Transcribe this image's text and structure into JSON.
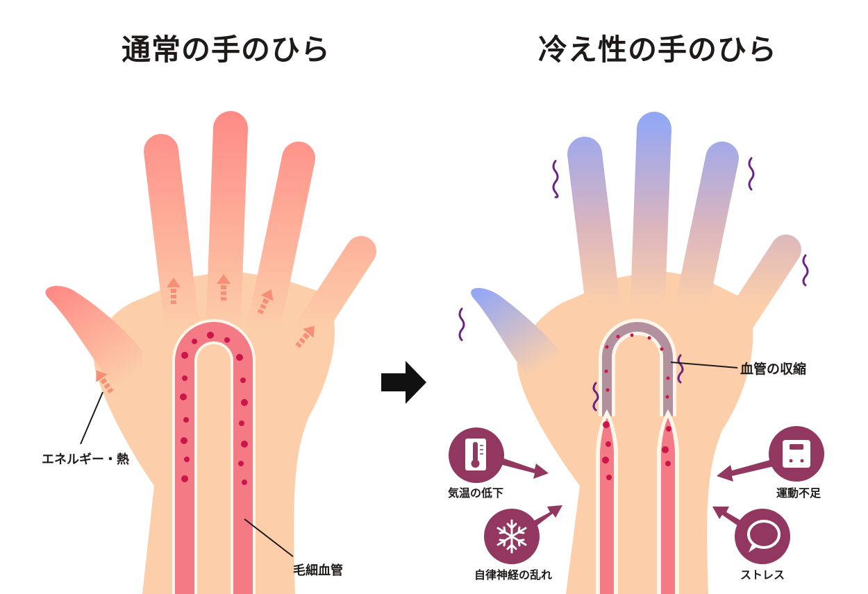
{
  "left_panel": {
    "title": "通常の手のひら",
    "labels": {
      "energy": "エネルギー・熱",
      "capillary": "毛細血管"
    }
  },
  "right_panel": {
    "title": "冷え性の手のひら",
    "labels": {
      "constriction": "血管の収縮"
    },
    "causes": [
      {
        "label": "気温の低下",
        "icon": "thermometer-icon"
      },
      {
        "label": "自律神経の乱れ",
        "icon": "snowflake-icon"
      },
      {
        "label": "運動不足",
        "icon": "scale-icon"
      },
      {
        "label": "ストレス",
        "icon": "speech-bubble-icon"
      }
    ]
  },
  "transition": {
    "icon": "right-arrow-icon"
  },
  "colors": {
    "skin": "#fccfaa",
    "warm": "#ff8a86",
    "cold": "#93a7f5",
    "vessel": "#f47a85",
    "dot": "#cc1548",
    "cause_circle": "#92375f",
    "shiver": "#6c2484",
    "text": "#1e1a1a"
  }
}
